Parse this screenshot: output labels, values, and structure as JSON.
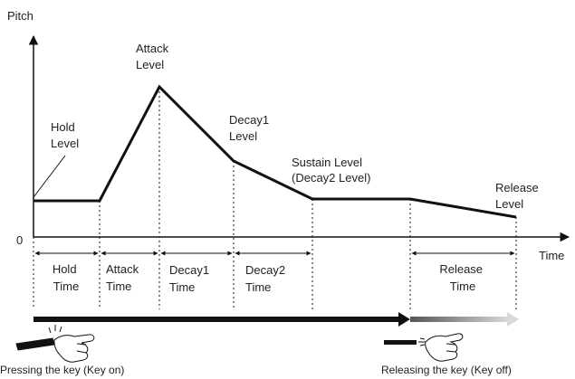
{
  "axes": {
    "y_label": "Pitch",
    "x_label": "Time",
    "origin_label": "0"
  },
  "levels": {
    "attack": [
      "Attack",
      "Level"
    ],
    "hold": [
      "Hold",
      "Level"
    ],
    "decay1": [
      "Decay1",
      "Level"
    ],
    "sustain": [
      "Sustain Level",
      "(Decay2 Level)"
    ],
    "release": [
      "Release",
      "Level"
    ]
  },
  "times": {
    "hold": [
      "Hold",
      "Time"
    ],
    "attack": [
      "Attack",
      "Time"
    ],
    "decay1": [
      "Decay1",
      "Time"
    ],
    "decay2": [
      "Decay2",
      "Time"
    ],
    "release": [
      "Release",
      "Time"
    ]
  },
  "captions": {
    "key_on": "Pressing the key (Key on)",
    "key_off": "Releasing the key (Key off)"
  },
  "icons": {
    "key_on_hand": "finger-pressing-key-icon",
    "key_off_hand": "finger-releasing-key-icon"
  },
  "colors": {
    "line": "#111111",
    "text": "#222222",
    "release_fade_end": "#d8d8d8"
  }
}
